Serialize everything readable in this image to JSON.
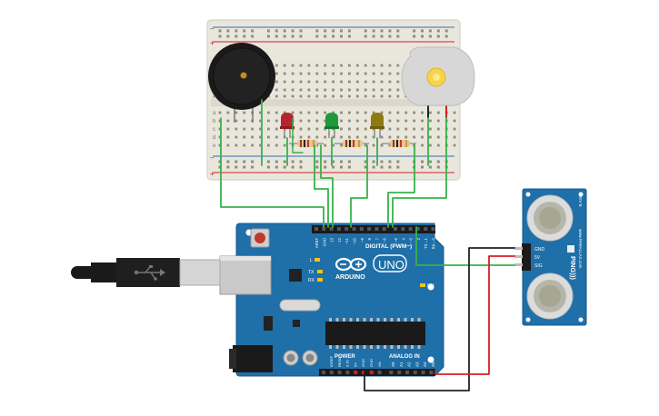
{
  "colors": {
    "board_blue": "#1f6fa8",
    "breadboard": "#e9e6dc",
    "wire_green": "#36b34a",
    "wire_red": "#d61f26",
    "wire_black": "#222222",
    "led_red": "#b8232f",
    "led_green": "#1e9a3a",
    "led_yellow": "#8d7a12"
  },
  "breadboard": {
    "row_letters_top": [
      "a",
      "b",
      "c",
      "d",
      "e"
    ],
    "row_letters_bottom": [
      "a",
      "b",
      "c",
      "d",
      "e"
    ],
    "rail_plus": "+",
    "rail_minus": "–"
  },
  "arduino": {
    "brand": "ARDUINO",
    "model": "UNO",
    "digital_label": "DIGITAL (PWM~)",
    "power_label": "POWER",
    "analog_label": "ANALOG IN",
    "led_l": "L",
    "led_tx": "TX",
    "led_rx": "RX",
    "on_label": "ON",
    "digital_pins": [
      "AREF",
      "GND",
      "13",
      "12",
      "~11",
      "~10",
      "~9",
      "8",
      "7",
      "~6",
      "~5",
      "4",
      "~3",
      "2",
      "TX→1",
      "RX←0"
    ],
    "power_pins": [
      "IOREF",
      "RESET",
      "3.3V",
      "5V",
      "GND",
      "GND",
      "Vin"
    ],
    "analog_pins": [
      "A0",
      "A1",
      "A2",
      "A3",
      "A4",
      "A5"
    ]
  },
  "sensor": {
    "name": "PING)))",
    "pins": [
      "GND",
      "5V",
      "SIG"
    ],
    "brand_line": "www.PARALLAX.com",
    "rev": "REV B"
  },
  "components": {
    "buzzer": "piezo-buzzer",
    "motor": "dc-motor"
  }
}
